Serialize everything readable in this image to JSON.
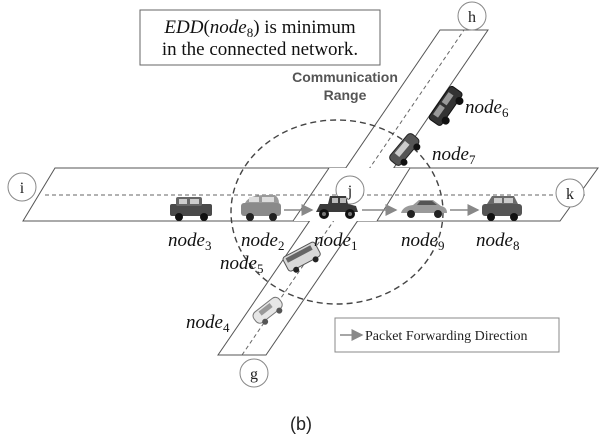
{
  "note": {
    "edd_prefix": "EDD",
    "node_word": "node",
    "node_sub": "8",
    "rest_line1": " is minimum",
    "line2": "in the connected network."
  },
  "range_label": {
    "line1": "Communication",
    "line2": "Range"
  },
  "intersections": {
    "h": "h",
    "i": "i",
    "j": "j",
    "k": "k",
    "g": "g"
  },
  "nodes": [
    {
      "key": "n1",
      "name": "node",
      "sub": "1"
    },
    {
      "key": "n2",
      "name": "node",
      "sub": "2"
    },
    {
      "key": "n3",
      "name": "node",
      "sub": "3"
    },
    {
      "key": "n4",
      "name": "node",
      "sub": "4"
    },
    {
      "key": "n5",
      "name": "node",
      "sub": "5"
    },
    {
      "key": "n6",
      "name": "node",
      "sub": "6"
    },
    {
      "key": "n7",
      "name": "node",
      "sub": "7"
    },
    {
      "key": "n8",
      "name": "node",
      "sub": "8"
    },
    {
      "key": "n9",
      "name": "node",
      "sub": "9"
    }
  ],
  "legend": {
    "label": "Packet Forwarding Direction"
  },
  "caption": "(b)",
  "colors": {
    "road_stroke": "#555555",
    "arrow": "#888888",
    "range_stroke": "#444444"
  }
}
